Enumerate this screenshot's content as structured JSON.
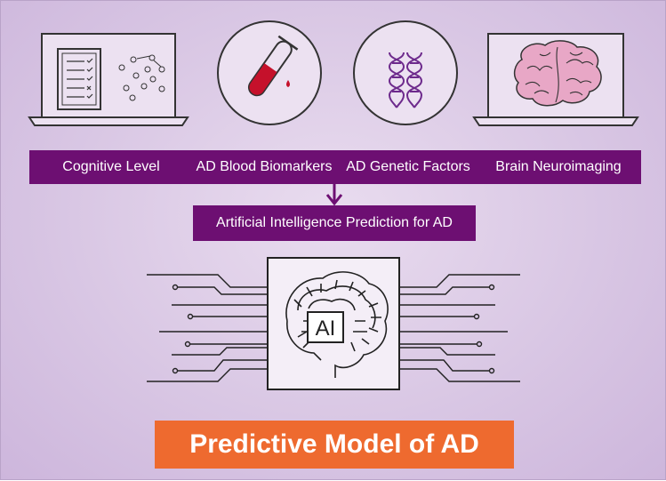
{
  "inputs": [
    {
      "label": "Cognitive Level",
      "icon": "laptop-checklist-icon"
    },
    {
      "label": "AD Blood Biomarkers",
      "icon": "blood-test-tube-icon"
    },
    {
      "label": "AD Genetic Factors",
      "icon": "dna-icon"
    },
    {
      "label": "Brain Neuroimaging",
      "icon": "laptop-brain-icon"
    }
  ],
  "prediction": {
    "label": "Artificial Intelligence Prediction for AD"
  },
  "ai_chip": {
    "label": "AI",
    "icon": "circuit-brain-icon"
  },
  "output": {
    "label": "Predictive Model of AD"
  },
  "colors": {
    "band": "#6d0f72",
    "output_box": "#ee6a2f",
    "blood": "#c5112b",
    "dna": "#6d2a8c",
    "brain": "#e8a7c6"
  }
}
